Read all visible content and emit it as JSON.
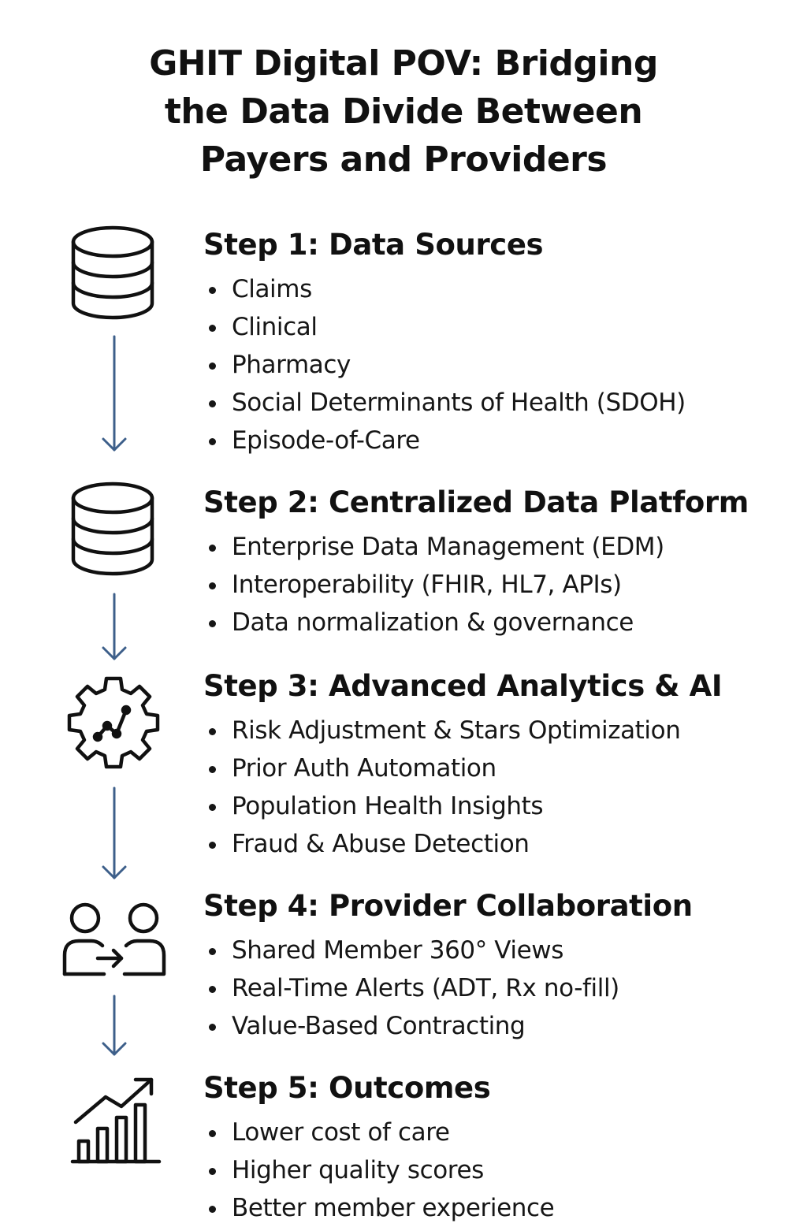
{
  "title_lines": [
    "GHIT Digital POV: Bridging",
    "the Data Divide Between",
    "Payers and Providers"
  ],
  "colors": {
    "arrow": "#3d5f8a",
    "icon_stroke": "#111111",
    "text": "#111111"
  },
  "steps": [
    {
      "title": "Step 1: Data Sources",
      "icon": "database-icon",
      "bullets": [
        "Claims",
        "Clinical",
        "Pharmacy",
        "Social Determinants of Health (SDOH)",
        "Episode-of-Care"
      ]
    },
    {
      "title": "Step 2: Centralized Data Platform",
      "icon": "database-icon",
      "bullets": [
        "Enterprise Data Management (EDM)",
        "Interoperability (FHIR, HL7, APIs)",
        "Data normalization & governance"
      ]
    },
    {
      "title": "Step 3: Advanced Analytics & AI",
      "icon": "gear-analytics-icon",
      "bullets": [
        "Risk Adjustment & Stars Optimization",
        "Prior Auth Automation",
        "Population Health Insights",
        "Fraud & Abuse Detection"
      ]
    },
    {
      "title": "Step 4: Provider Collaboration",
      "icon": "people-exchange-icon",
      "bullets": [
        "Shared Member 360° Views",
        "Real-Time Alerts (ADT, Rx no-fill)",
        "Value-Based Contracting"
      ]
    },
    {
      "title": "Step 5: Outcomes",
      "icon": "growth-chart-icon",
      "bullets": [
        "Lower cost of care",
        "Higher quality scores",
        "Better member experience"
      ]
    }
  ]
}
